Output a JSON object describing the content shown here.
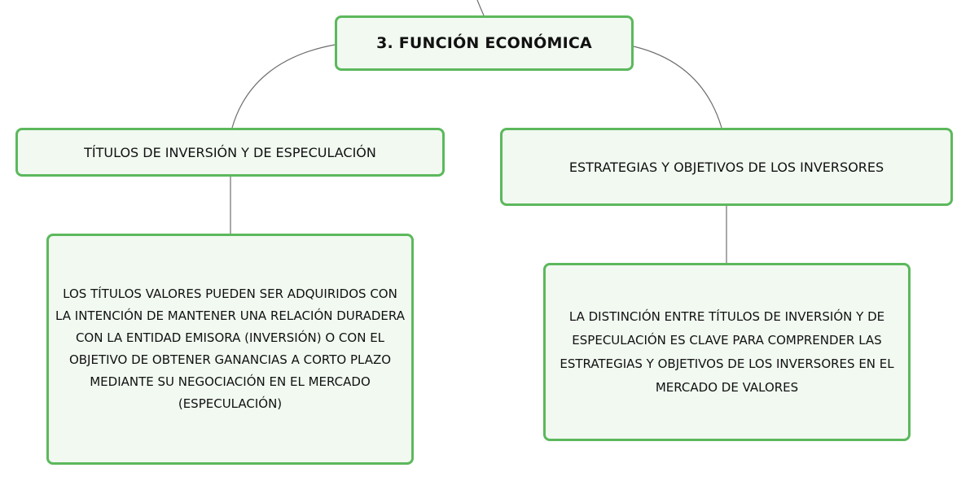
{
  "diagram": {
    "root": {
      "label": "3. FUNCIÓN ECONÓMICA"
    },
    "topics": [
      {
        "label": "TÍTULOS DE INVERSIÓN Y DE ESPECULACIÓN",
        "detail": "LOS TÍTULOS VALORES PUEDEN SER ADQUIRIDOS CON LA INTENCIÓN DE MANTENER UNA RELACIÓN DURADERA CON LA ENTIDAD EMISORA (INVERSIÓN) O CON EL OBJETIVO DE OBTENER GANANCIAS A CORTO PLAZO MEDIANTE SU NEGOCIACIÓN EN EL MERCADO (ESPECULACIÓN)"
      },
      {
        "label": "ESTRATEGIAS Y OBJETIVOS DE LOS INVERSORES",
        "detail": "LA DISTINCIÓN ENTRE TÍTULOS DE INVERSIÓN Y DE ESPECULACIÓN ES CLAVE PARA COMPRENDER LAS ESTRATEGIAS Y OBJETIVOS DE LOS INVERSORES EN EL MERCADO DE VALORES"
      }
    ]
  },
  "colors": {
    "node_border": "#5cb85c",
    "node_fill": "#f1f9f1",
    "connector": "#6e6e6e"
  }
}
